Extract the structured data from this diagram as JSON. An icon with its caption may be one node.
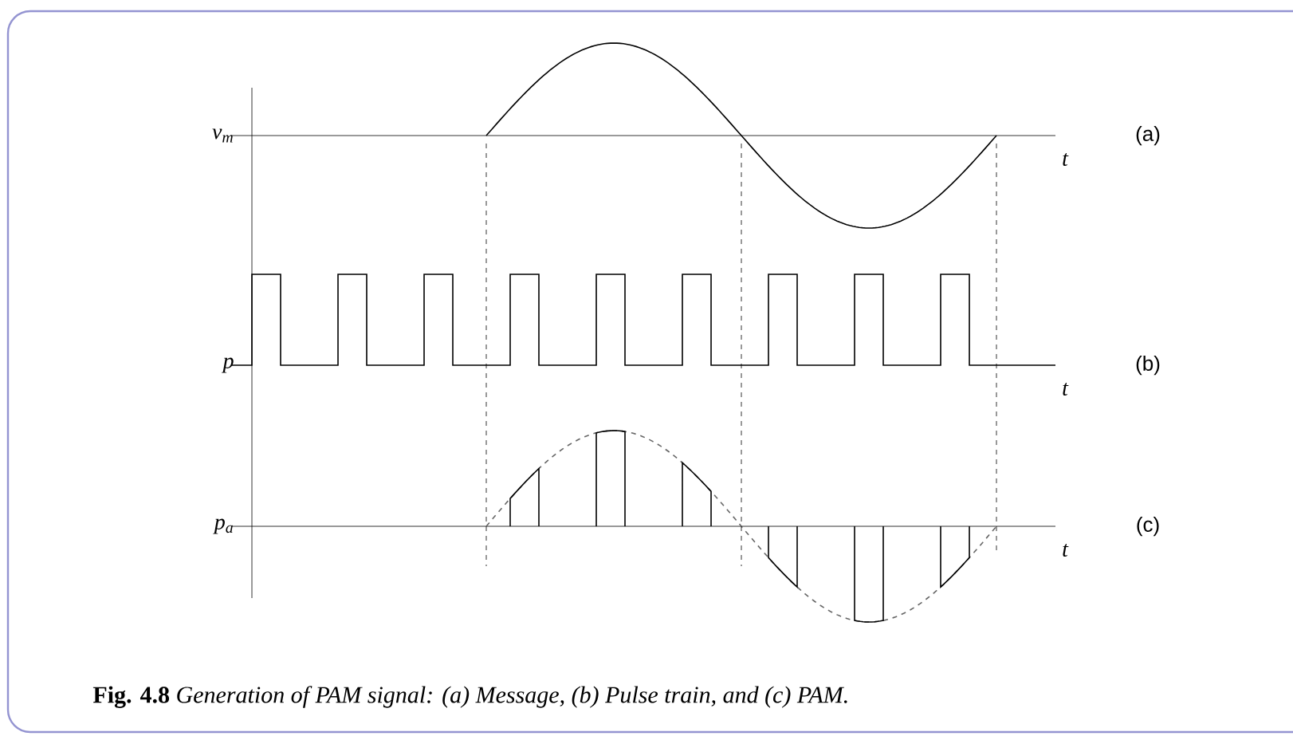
{
  "diagram": {
    "caption": "**Fig. 4.8** *Generation of PAM signal: (a) Message, (b) Pulse train, and (c) PAM.*",
    "labels": [
      "v$_{m}$",
      "(a)",
      "t",
      "p",
      "(b)",
      "t",
      "p$_{a}$",
      "(c)",
      "t"
    ]
  }
}
